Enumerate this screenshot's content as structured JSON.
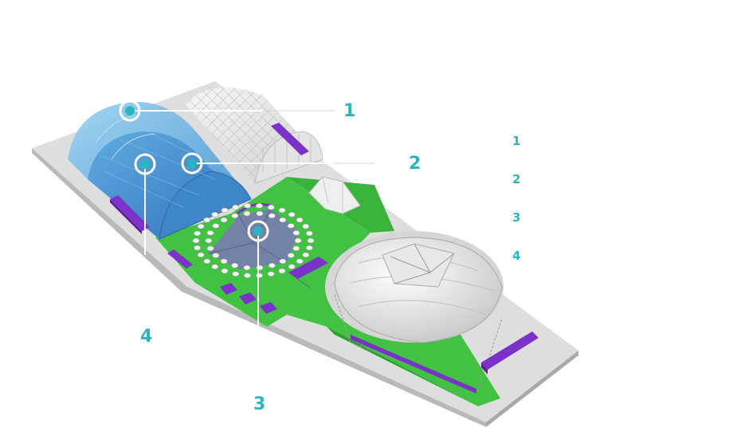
{
  "map": {
    "callouts": [
      {
        "id": "1",
        "label": "1"
      },
      {
        "id": "2",
        "label": "2"
      },
      {
        "id": "3",
        "label": "3"
      },
      {
        "id": "4",
        "label": "4"
      }
    ],
    "legend": [
      {
        "label": "1"
      },
      {
        "label": "2"
      },
      {
        "label": "3"
      },
      {
        "label": "4"
      }
    ],
    "colors": {
      "accent": "#2cb5c0",
      "ground": "#dcdcdc",
      "lawn": "#3fbf3f",
      "hall_blue": "#4a9fd8",
      "hall_white": "#eeeeee",
      "stage_purple": "#7b32c8",
      "tent_slate": "#6f7fa8"
    }
  }
}
